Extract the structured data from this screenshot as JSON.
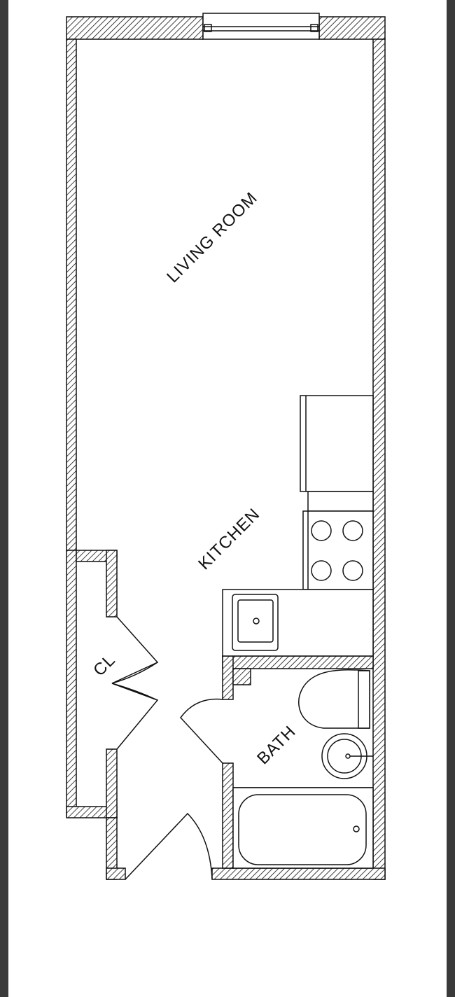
{
  "floor_plan": {
    "rooms": {
      "living_room": "LIVING ROOM",
      "kitchen": "KITCHEN",
      "closet": "CL",
      "bath": "BATH"
    }
  },
  "colors": {
    "line": "#111111",
    "background": "#ffffff",
    "frame": "#1a2a44"
  }
}
